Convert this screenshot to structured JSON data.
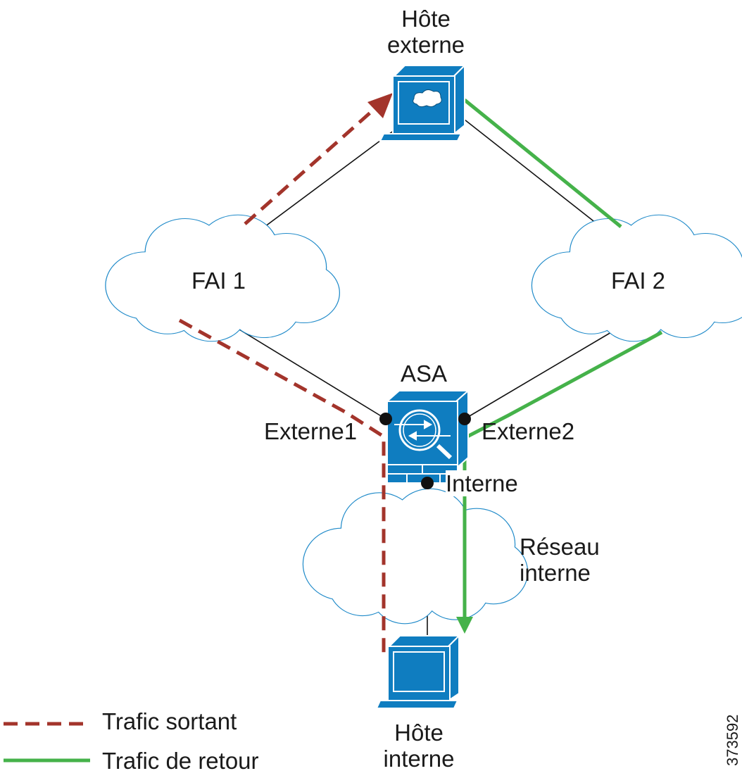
{
  "colors": {
    "device_blue": "#0f7dc0",
    "outgoing": "#a3342b",
    "return": "#45b24a",
    "cloud_stroke": "#1f8ac9"
  },
  "nodes": {
    "external_host": {
      "label_line1": "Hôte",
      "label_line2": "externe",
      "icon": "workstation-cloud-icon"
    },
    "isp1": {
      "label": "FAI 1",
      "icon": "cloud-icon"
    },
    "isp2": {
      "label": "FAI 2",
      "icon": "cloud-icon"
    },
    "asa": {
      "label": "ASA",
      "icon": "firewall-icon"
    },
    "internal_network": {
      "label_line1": "Réseau",
      "label_line2": "interne",
      "icon": "cloud-icon"
    },
    "internal_host": {
      "label_line1": "Hôte",
      "label_line2": "interne",
      "icon": "workstation-icon"
    }
  },
  "interfaces": {
    "outside1": "Externe1",
    "outside2": "Externe2",
    "inside": "Interne"
  },
  "legend": [
    {
      "label": "Trafic sortant",
      "style": "dashed",
      "color": "#a3342b"
    },
    {
      "label": "Trafic de retour",
      "style": "solid",
      "color": "#45b24a"
    }
  ],
  "figure_number": "373592"
}
